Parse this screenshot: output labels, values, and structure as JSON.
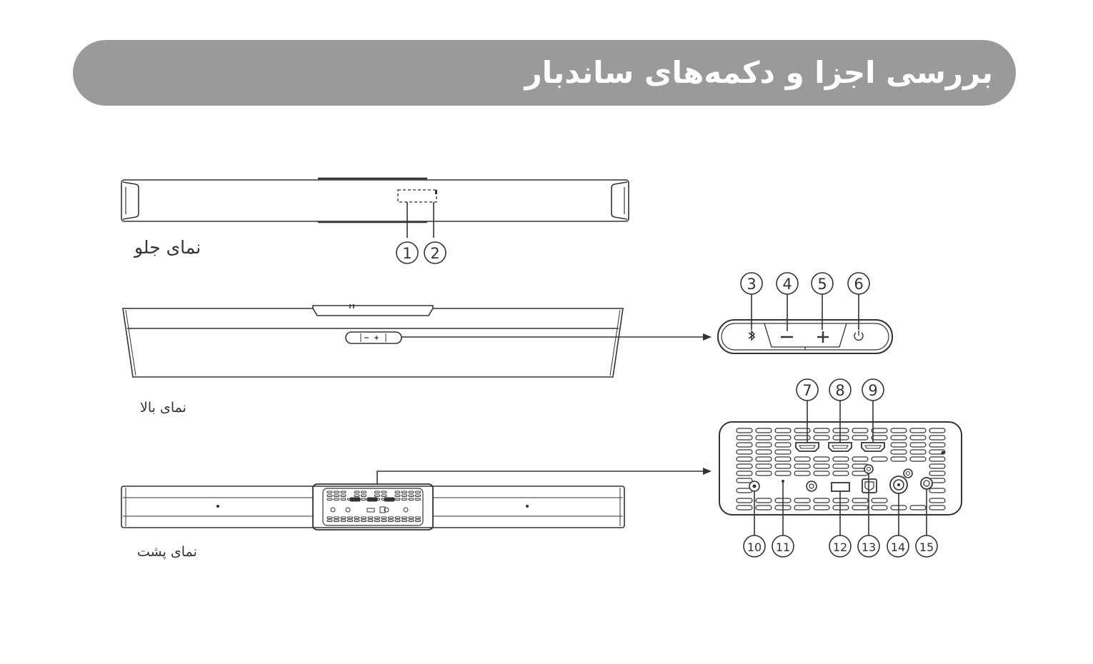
{
  "header": {
    "title": "بررسی اجزا و دکمه‌های ساندبار"
  },
  "views": {
    "front": "نمای جلو",
    "top": "نمای بالا",
    "back": "نمای پشت"
  },
  "callouts": [
    "1",
    "2",
    "3",
    "4",
    "5",
    "6",
    "7",
    "8",
    "9",
    "10",
    "11",
    "12",
    "13",
    "14",
    "15"
  ],
  "colors": {
    "header_bg": "#9a9a9a",
    "header_text": "#ffffff",
    "line": "#333333"
  },
  "icons": {
    "c3": "bluetooth-icon",
    "c4": "minus-icon",
    "c5": "plus-icon",
    "c6": "power-icon"
  }
}
